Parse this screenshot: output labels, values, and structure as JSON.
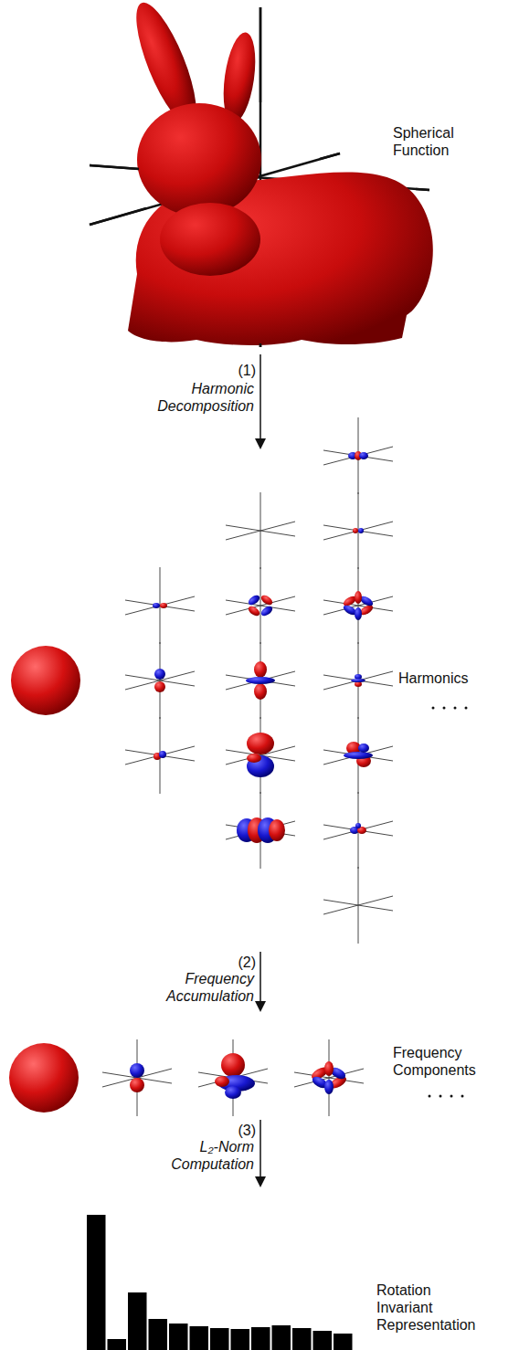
{
  "diagram": {
    "labels": [
      "Spherical Function",
      "(1)",
      "Harmonic Decomposition",
      "Harmonics",
      "(2)",
      "Frequency Accumulation",
      "Frequency Components",
      "(3)",
      "L₂-Norm Computation",
      "Rotation Invariant Representation"
    ]
  }
}
